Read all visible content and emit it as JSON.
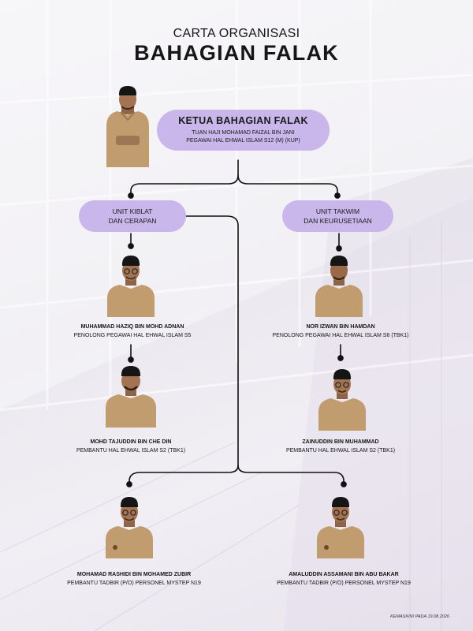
{
  "header": {
    "subtitle": "CARTA ORGANISASI",
    "title": "BAHAGIAN FALAK"
  },
  "head": {
    "role": "KETUA BAHAGIAN FALAK",
    "name": "TUAN HAJI MOHAMAD FAIZAL BIN JANI",
    "position": "PEGAWAI HAL EHWAL ISLAM S12 (M) (KUP)"
  },
  "units": [
    {
      "line1": "UNIT KIBLAT",
      "line2": "DAN CERAPAN"
    },
    {
      "line1": "UNIT TAKWIM",
      "line2": "DAN KEURUSETIAAN"
    }
  ],
  "staff": [
    {
      "name": "MUHAMMAD HAZIQ BIN MOHD ADNAN",
      "position": "PENOLONG PEGAWAI HAL EHWAL ISLAM S5"
    },
    {
      "name": "NOR IZWAN BIN HAMDAN",
      "position": "PENOLONG PEGAWAI HAL EHWAL ISLAM S6 (TBK1)"
    },
    {
      "name": "MOHD TAJUDDIN BIN CHE DIN",
      "position": "PEMBANTU HAL EHWAL ISLAM S2 (TBK1)"
    },
    {
      "name": "ZAINUDDIN BIN MUHAMMAD",
      "position": "PEMBANTU HAL EHWAL ISLAM S2 (TBK1)"
    },
    {
      "name": "MOHAMAD RASHIDI BIN MOHAMED ZUBIR",
      "position": "PEMBANTU TADBIR (P/O) PERSONEL MYSTEP N19"
    },
    {
      "name": "AMALUDDIN ASSAMANI BIN ABU BAKAR",
      "position": "PEMBANTU TADBIR (P/O) PERSONEL MYSTEP N19"
    }
  ],
  "footer": {
    "updated": "KEMASKINI PADA 19.08.2026"
  },
  "colors": {
    "accent": "#c9b6eb",
    "uniform": "#c19c6f",
    "songkok": "#151515",
    "line": "#111111"
  }
}
